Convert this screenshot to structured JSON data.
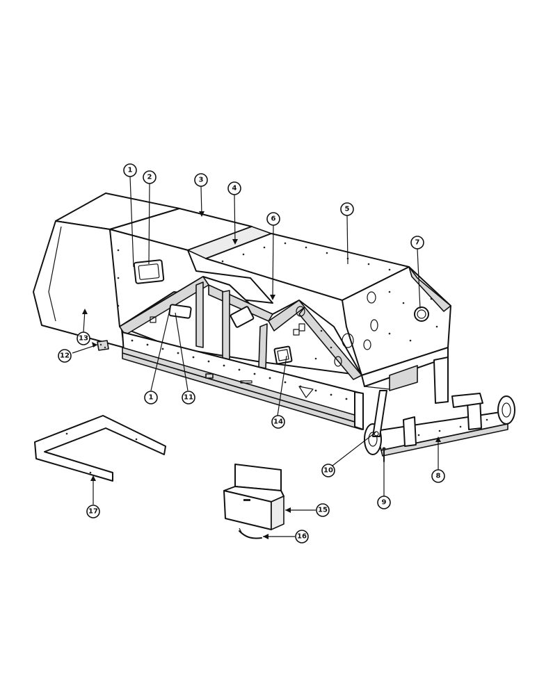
{
  "callouts": [
    {
      "id": "c1a",
      "label": "1"
    },
    {
      "id": "c2",
      "label": "2"
    },
    {
      "id": "c3",
      "label": "3"
    },
    {
      "id": "c4",
      "label": "4"
    },
    {
      "id": "c5",
      "label": "5"
    },
    {
      "id": "c6",
      "label": "6"
    },
    {
      "id": "c7",
      "label": "7"
    },
    {
      "id": "c8",
      "label": "8"
    },
    {
      "id": "c9",
      "label": "9"
    },
    {
      "id": "c10",
      "label": "10"
    },
    {
      "id": "c11",
      "label": "11"
    },
    {
      "id": "c1b",
      "label": "1"
    },
    {
      "id": "c12",
      "label": "12"
    },
    {
      "id": "c13",
      "label": "13"
    },
    {
      "id": "c14",
      "label": "14"
    },
    {
      "id": "c15",
      "label": "15"
    },
    {
      "id": "c16",
      "label": "16"
    },
    {
      "id": "c17",
      "label": "17"
    }
  ]
}
